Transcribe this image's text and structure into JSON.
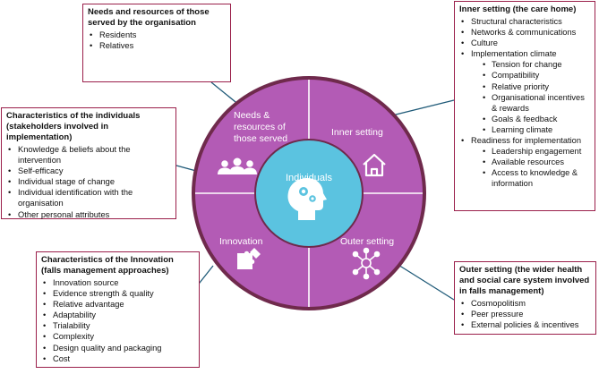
{
  "colors": {
    "segment": "#b35bb5",
    "segment_line": "#ffffff",
    "outer_ring": "#6f2a4c",
    "center": "#5bc3e0",
    "box_border": "#9a1f4a",
    "connector": "#1f5a78"
  },
  "wheel": {
    "center_label": "Individuals",
    "center_icon": "head-with-gears-icon",
    "segments": {
      "needs": {
        "label": "Needs & resources of those served",
        "icon": "people-group-icon"
      },
      "inner": {
        "label": "Inner setting",
        "icon": "house-icon"
      },
      "innovation": {
        "label": "Innovation",
        "icon": "puzzle-icon"
      },
      "outer": {
        "label": "Outer setting",
        "icon": "network-icon"
      }
    }
  },
  "boxes": {
    "needs": {
      "title": "Needs and resources of those served by the organisation",
      "items": [
        {
          "text": "Residents",
          "level": 1
        },
        {
          "text": "Relatives",
          "level": 1
        }
      ]
    },
    "inner": {
      "title": "Inner setting (the care home)",
      "items": [
        {
          "text": "Structural characteristics",
          "level": 1
        },
        {
          "text": "Networks & communications",
          "level": 1
        },
        {
          "text": "Culture",
          "level": 1
        },
        {
          "text": "Implementation climate",
          "level": 1
        },
        {
          "text": "Tension for change",
          "level": 2
        },
        {
          "text": "Compatibility",
          "level": 2
        },
        {
          "text": "Relative priority",
          "level": 2
        },
        {
          "text": "Organisational incentives & rewards",
          "level": 2
        },
        {
          "text": "Goals & feedback",
          "level": 2
        },
        {
          "text": "Learning climate",
          "level": 2
        },
        {
          "text": "Readiness for implementation",
          "level": 1
        },
        {
          "text": "Leadership engagement",
          "level": 2
        },
        {
          "text": "Available resources",
          "level": 2
        },
        {
          "text": "Access to knowledge & information",
          "level": 2
        }
      ]
    },
    "individuals": {
      "title": "Characteristics of the individuals (stakeholders involved in implementation)",
      "items": [
        {
          "text": "Knowledge & beliefs about the intervention",
          "level": 1
        },
        {
          "text": "Self-efficacy",
          "level": 1
        },
        {
          "text": "Individual stage of change",
          "level": 1
        },
        {
          "text": "Individual identification with the organisation",
          "level": 1
        },
        {
          "text": "Other personal attributes",
          "level": 1
        }
      ]
    },
    "innovation": {
      "title": "Characteristics of the Innovation (falls management approaches)",
      "items": [
        {
          "text": "Innovation source",
          "level": 1
        },
        {
          "text": "Evidence strength & quality",
          "level": 1
        },
        {
          "text": "Relative advantage",
          "level": 1
        },
        {
          "text": "Adaptability",
          "level": 1
        },
        {
          "text": "Trialability",
          "level": 1
        },
        {
          "text": "Complexity",
          "level": 1
        },
        {
          "text": "Design quality and packaging",
          "level": 1
        },
        {
          "text": "Cost",
          "level": 1
        }
      ]
    },
    "outer": {
      "title": "Outer setting (the wider health and social care system involved in falls management)",
      "items": [
        {
          "text": "Cosmopolitism",
          "level": 1
        },
        {
          "text": "Peer pressure",
          "level": 1
        },
        {
          "text": "External policies & incentives",
          "level": 1
        }
      ]
    }
  }
}
